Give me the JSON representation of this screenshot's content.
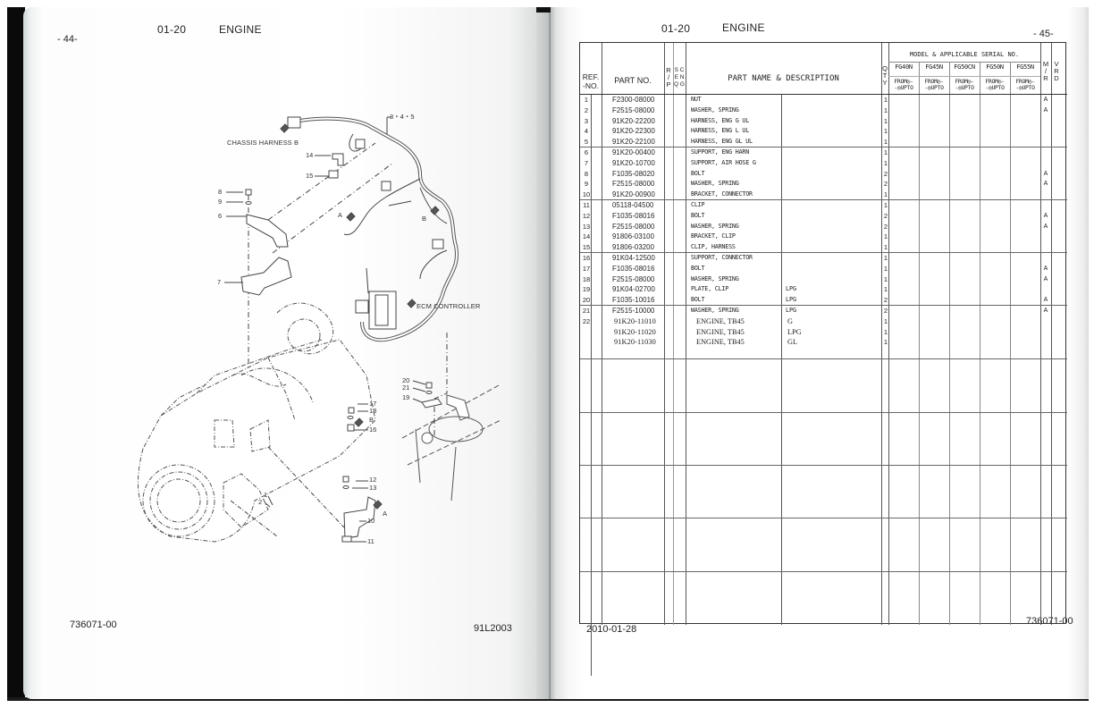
{
  "left_page": {
    "page_number": "- 44-",
    "section_code": "01-20",
    "section_title": "ENGINE",
    "footer_left": "736071-00",
    "footer_right": "91L2003",
    "drawing": {
      "labels": {
        "chassis_harness": "CHASSIS HARNESS B",
        "ecm_controller": "ECM CONTROLLER",
        "harness_ref": "3・4・5",
        "marker_a": "A",
        "marker_b": "B"
      },
      "callouts": [
        "1",
        "2",
        "6",
        "7",
        "8",
        "9",
        "10",
        "11",
        "12",
        "13",
        "14",
        "15",
        "16",
        "17",
        "18",
        "19",
        "20",
        "21"
      ]
    }
  },
  "right_page": {
    "page_number": "- 45-",
    "section_code": "01-20",
    "section_title": "ENGINE",
    "footer_left": "2010-01-28",
    "footer_right": "736071-00",
    "table": {
      "headers": {
        "ref_no": [
          "REF.",
          "-NO."
        ],
        "part_no": "PART  NO.",
        "rp": [
          "R",
          "/",
          "P"
        ],
        "sc": [
          "S C",
          "E N",
          "Q G"
        ],
        "name_desc": "PART  NAME  &  DESCRIPTION",
        "qty": [
          "Q",
          "T",
          "Y"
        ],
        "model_group": "MODEL & APPLICABLE SERIAL NO.",
        "models": [
          "FG40N",
          "FG45N",
          "FG50CN",
          "FG50N",
          "FG55N"
        ],
        "serial_from": "FROM◎-",
        "serial_upto": "-◎UPTO",
        "mr": [
          "M",
          "/",
          "R"
        ],
        "vrd": [
          "V",
          "R",
          "D"
        ]
      },
      "rows": [
        {
          "ref": "1",
          "part_no": "F2300-08000",
          "name": "NUT",
          "desc": "",
          "qty": "1",
          "mr": "A"
        },
        {
          "ref": "2",
          "part_no": "F2515-08000",
          "name": "WASHER, SPRING",
          "desc": "",
          "qty": "1",
          "mr": "A"
        },
        {
          "ref": "3",
          "part_no": "91K20-22200",
          "name": "HARNESS, ENG G UL",
          "desc": "",
          "qty": "1",
          "mr": ""
        },
        {
          "ref": "4",
          "part_no": "91K20-22300",
          "name": "HARNESS, ENG L UL",
          "desc": "",
          "qty": "1",
          "mr": ""
        },
        {
          "ref": "5",
          "part_no": "91K20-22100",
          "name": "HARNESS, ENG GL UL",
          "desc": "",
          "qty": "1",
          "mr": ""
        },
        {
          "ref": "6",
          "part_no": "91K20-00400",
          "name": "SUPPORT, ENG HARN",
          "desc": "",
          "qty": "1",
          "mr": ""
        },
        {
          "ref": "7",
          "part_no": "91K20-10700",
          "name": "SUPPORT, AIR HOSE G",
          "desc": "",
          "qty": "1",
          "mr": ""
        },
        {
          "ref": "8",
          "part_no": "F1035-08020",
          "name": "BOLT",
          "desc": "",
          "qty": "2",
          "mr": "A"
        },
        {
          "ref": "9",
          "part_no": "F2515-08000",
          "name": "WASHER, SPRING",
          "desc": "",
          "qty": "2",
          "mr": "A"
        },
        {
          "ref": "10",
          "part_no": "91K20-00900",
          "name": "BRACKET, CONNECTOR",
          "desc": "",
          "qty": "1",
          "mr": ""
        },
        {
          "ref": "11",
          "part_no": "05118-04500",
          "name": "CLIP",
          "desc": "",
          "qty": "1",
          "mr": ""
        },
        {
          "ref": "12",
          "part_no": "F1035-08016",
          "name": "BOLT",
          "desc": "",
          "qty": "2",
          "mr": "A"
        },
        {
          "ref": "13",
          "part_no": "F2515-08000",
          "name": "WASHER, SPRING",
          "desc": "",
          "qty": "2",
          "mr": "A"
        },
        {
          "ref": "14",
          "part_no": "91806-03100",
          "name": "BRACKET, CLIP",
          "desc": "",
          "qty": "1",
          "mr": ""
        },
        {
          "ref": "15",
          "part_no": "91806-03200",
          "name": "CLIP, HARNESS",
          "desc": "",
          "qty": "1",
          "mr": ""
        },
        {
          "ref": "16",
          "part_no": "91K04-12500",
          "name": "SUPPORT, CONNECTOR",
          "desc": "",
          "qty": "1",
          "mr": ""
        },
        {
          "ref": "17",
          "part_no": "F1035-08016",
          "name": "BOLT",
          "desc": "",
          "qty": "1",
          "mr": "A"
        },
        {
          "ref": "18",
          "part_no": "F2515-08000",
          "name": "WASHER, SPRING",
          "desc": "",
          "qty": "1",
          "mr": "A"
        },
        {
          "ref": "19",
          "part_no": "91K04-02700",
          "name": "PLATE, CLIP",
          "desc": "LPG",
          "qty": "1",
          "mr": ""
        },
        {
          "ref": "20",
          "part_no": "F1035-10016",
          "name": "BOLT",
          "desc": "LPG",
          "qty": "2",
          "mr": "A"
        },
        {
          "ref": "21",
          "part_no": "F2515-10000",
          "name": "WASHER, SPRING",
          "desc": "LPG",
          "qty": "2",
          "mr": "A"
        },
        {
          "ref": "22",
          "part_no": "91K20-11010",
          "name": "ENGINE, TB45",
          "desc": "G",
          "qty": "1",
          "mr": ""
        },
        {
          "ref": "",
          "part_no": "91K20-11020",
          "name": "ENGINE, TB45",
          "desc": "LPG",
          "qty": "1",
          "mr": ""
        },
        {
          "ref": "",
          "part_no": "91K20-11030",
          "name": "ENGINE, TB45",
          "desc": "GL",
          "qty": "1",
          "mr": ""
        }
      ]
    }
  }
}
